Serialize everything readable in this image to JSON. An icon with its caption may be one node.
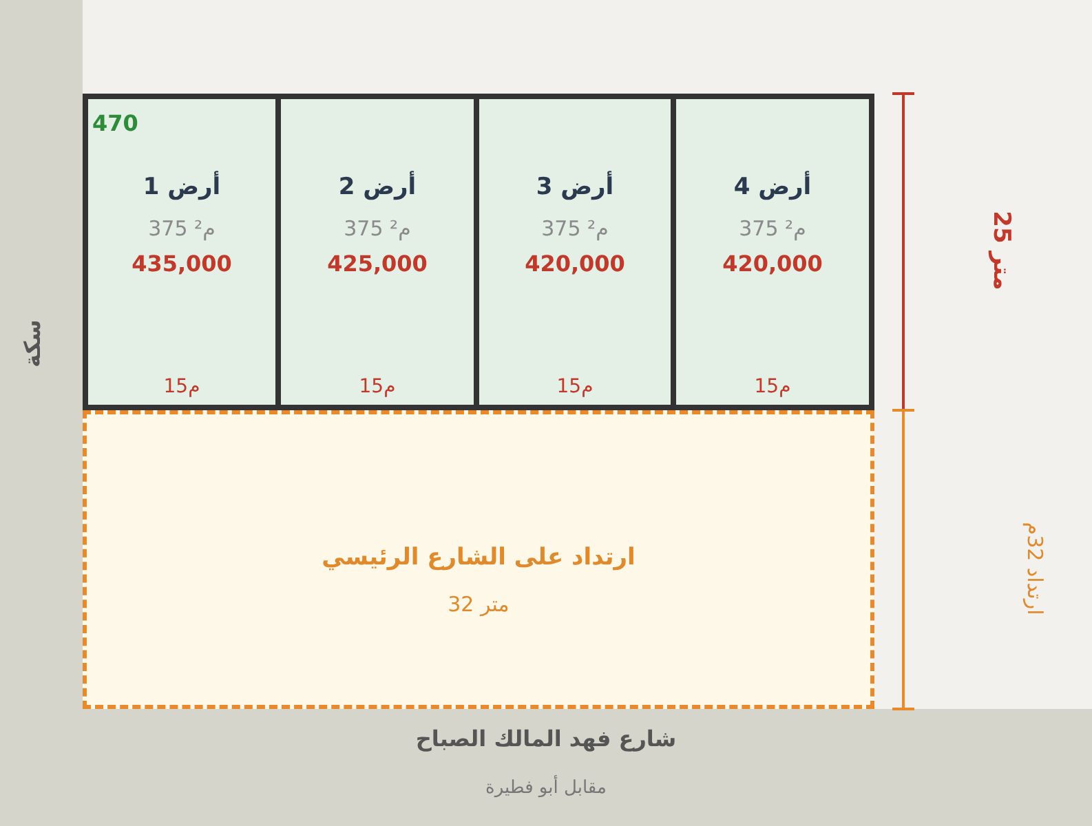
{
  "diagram": {
    "nodes": [
      {
        "text": [
          "أرض 1",
          "م² 375",
          "435,000",
          "م15"
        ]
      },
      {
        "text": [
          "أرض 2",
          "م² 375",
          "425,000",
          "م15"
        ]
      },
      {
        "text": [
          "أرض 3",
          "م² 375",
          "420,000",
          "م15"
        ]
      },
      {
        "text": [
          "أرض 4",
          "م² 375",
          "420,000",
          "م15"
        ]
      },
      {
        "text": [
          "ارتداد على الشارع الرئيسي",
          "متر 32"
        ]
      },
      {
        "text": [
          "سكة"
        ]
      },
      {
        "text": [
          "شارع فهد المالك الصباح",
          "مقابل أبو فطيرة"
        ]
      }
    ],
    "edges": [],
    "labels": [
      "470",
      "متر 25",
      "ارتداد 32م"
    ]
  }
}
